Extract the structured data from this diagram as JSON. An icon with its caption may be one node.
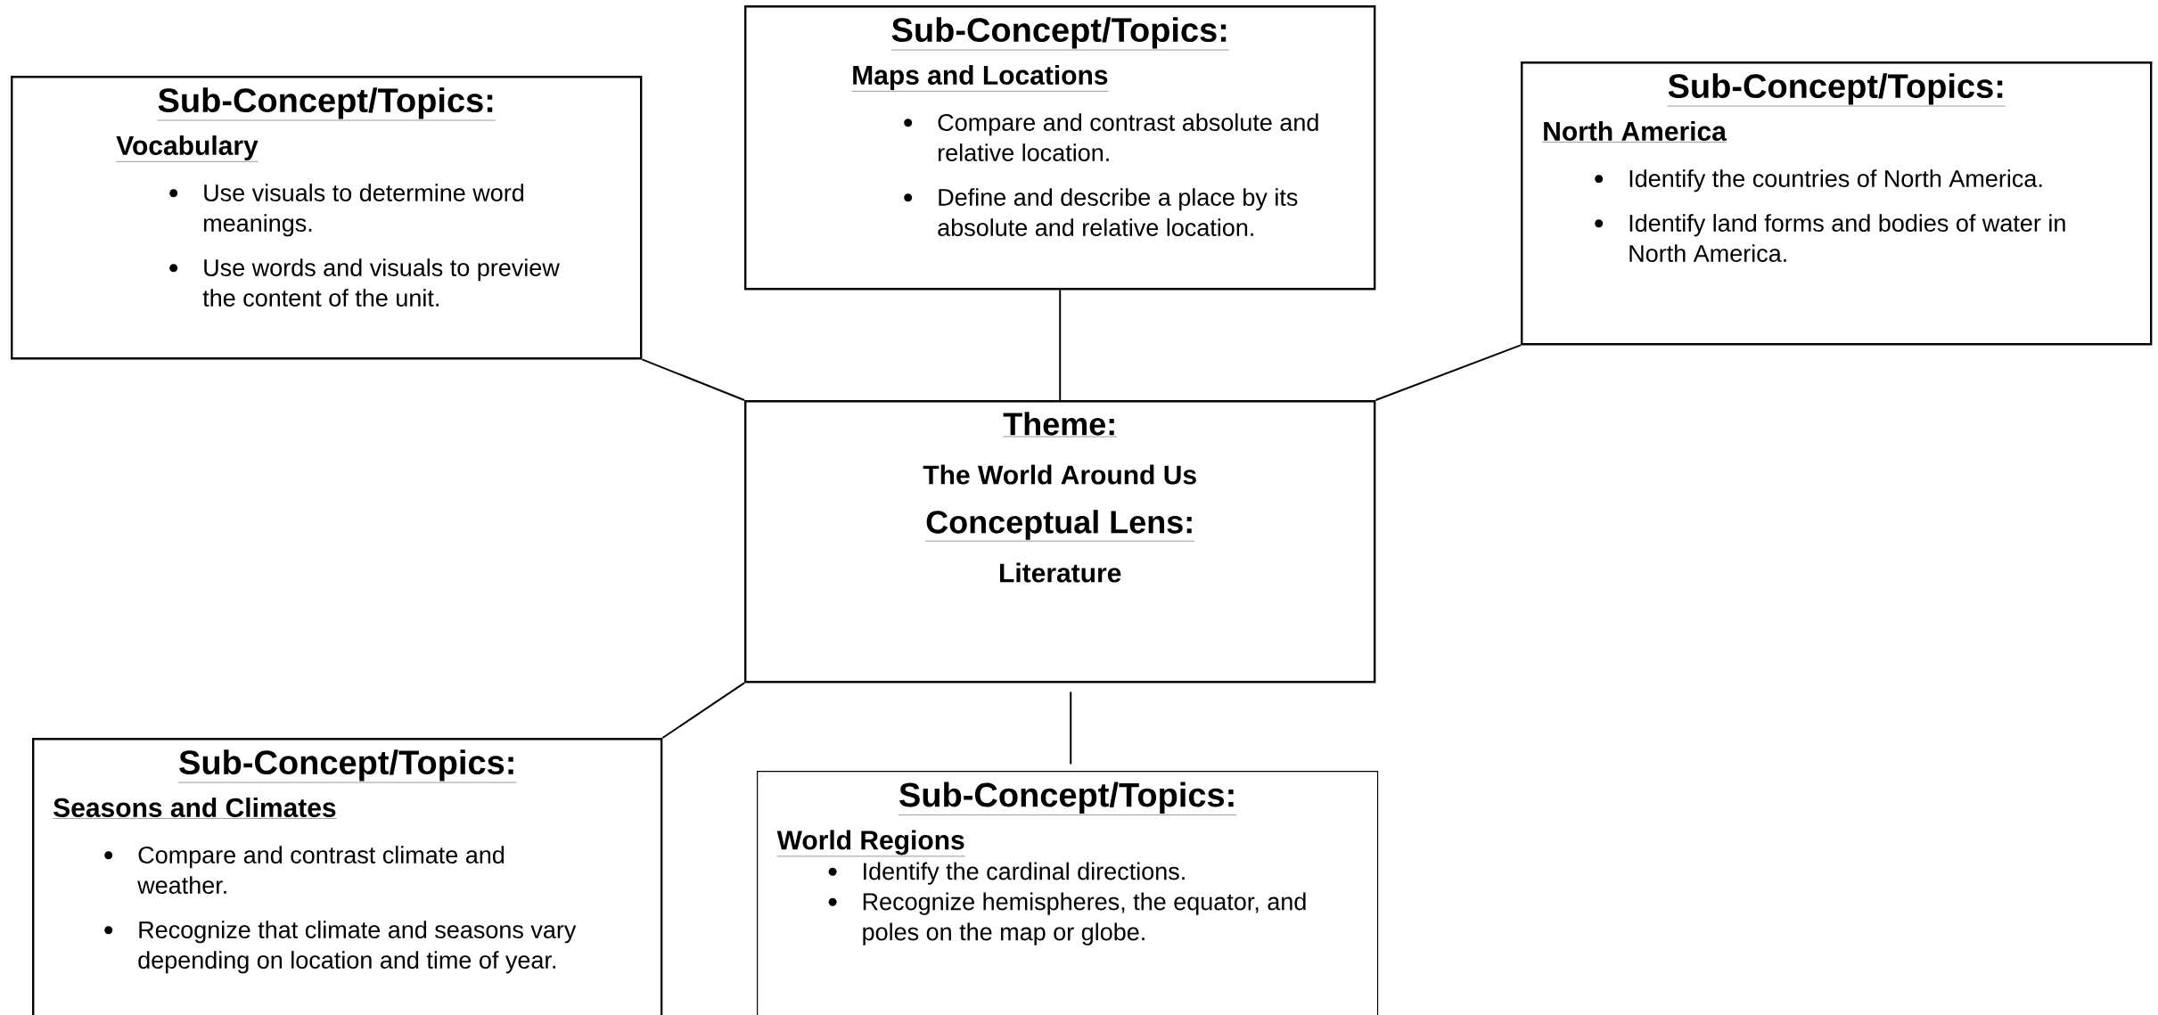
{
  "diagram": {
    "nodes": [
      {
        "text": [
          "Theme:",
          "The World Around Us",
          "Conceptual Lens:",
          "Literature"
        ]
      },
      {
        "text": [
          "Sub-Concept/Topics:",
          "Vocabulary",
          "Use visuals to determine word meanings.",
          "Use words and visuals to preview the content of the unit."
        ]
      },
      {
        "text": [
          "Sub-Concept/Topics:",
          "Maps and Locations",
          "Compare and contrast absolute and relative location.",
          "Define and describe a place by its absolute and relative location."
        ]
      },
      {
        "text": [
          "Sub-Concept/Topics:",
          "North America",
          "Identify the countries of North America.",
          "Identify land forms and bodies of water in North America."
        ]
      },
      {
        "text": [
          "Sub-Concept/Topics:",
          "Seasons and Climates",
          "Compare and contrast climate and weather.",
          "Recognize that climate and seasons vary depending on location and time of year."
        ]
      },
      {
        "text": [
          "Sub-Concept/Topics:",
          "World Regions",
          "Identify the cardinal directions.",
          "Recognize hemispheres, the equator, and poles on the map or globe."
        ]
      }
    ],
    "edges": [
      {
        "from": 0,
        "to": 1,
        "arrow": "none"
      },
      {
        "from": 0,
        "to": 2,
        "arrow": "none"
      },
      {
        "from": 0,
        "to": 3,
        "arrow": "none"
      },
      {
        "from": 0,
        "to": 4,
        "arrow": "none"
      },
      {
        "from": 0,
        "to": 5,
        "arrow": "none"
      }
    ]
  }
}
